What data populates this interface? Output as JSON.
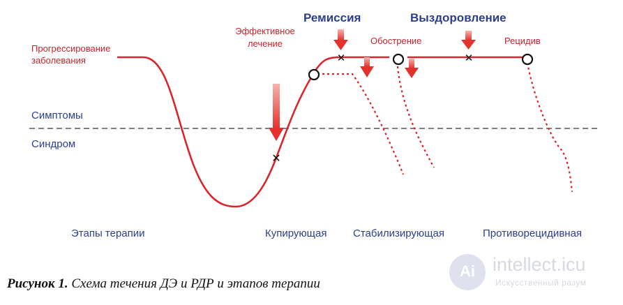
{
  "diagram": {
    "labels": {
      "progress_line1": "Прогрессирование",
      "progress_line2": "заболевания",
      "effective_line1": "Эффективное",
      "effective_line2": "лечение",
      "remission": "Ремиссия",
      "recovery": "Выздоровление",
      "exacerbation": "Обострение",
      "relapse": "Рецидив",
      "symptoms": "Симптомы",
      "syndrome": "Синдром"
    },
    "stages": {
      "title": "Этапы терапии",
      "stage1": "Купирующая",
      "stage2": "Стабилизирующая",
      "stage3": "Противорецидивная"
    },
    "colors": {
      "curve": "#d9262e",
      "arrow": "#e8453f",
      "text_blue": "#2b3f8e",
      "threshold": "#555555"
    }
  },
  "caption": {
    "label": "Рисунок 1.",
    "text": "Схема течения ДЭ и РДР и этапов терапии"
  },
  "watermark": {
    "logo_letter": "Ai",
    "title": "intellect.icu",
    "subtitle": "Искусственный разум"
  }
}
